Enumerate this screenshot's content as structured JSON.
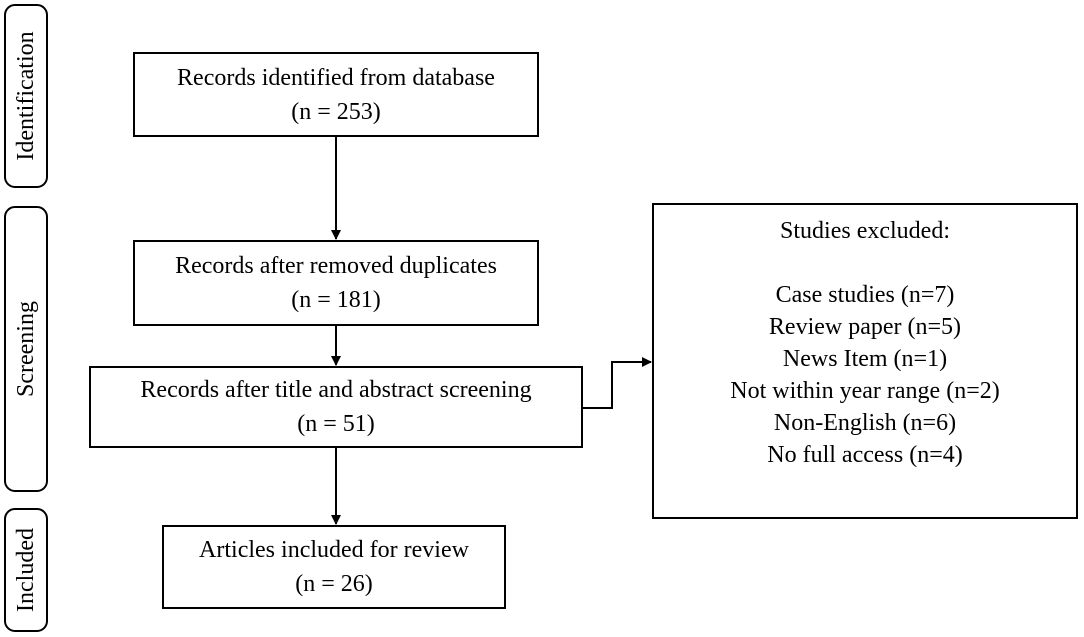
{
  "phases": {
    "identification": "Identification",
    "screening": "Screening",
    "included": "Included"
  },
  "boxes": {
    "identified": {
      "line1": "Records identified from database",
      "line2": "(n = 253)"
    },
    "after_duplicates": {
      "line1": "Records after removed duplicates",
      "line2": "(n = 181)"
    },
    "after_screening": {
      "line1": "Records after title and abstract screening",
      "line2": "(n = 51)"
    },
    "included": {
      "line1": "Articles included for review",
      "line2": "(n = 26)"
    }
  },
  "excluded": {
    "title": "Studies excluded:",
    "items": [
      "Case studies (n=7)",
      "Review paper (n=5)",
      "News Item (n=1)",
      "Not within year range (n=2)",
      "Non-English (n=6)",
      "No full access (n=4)"
    ]
  }
}
